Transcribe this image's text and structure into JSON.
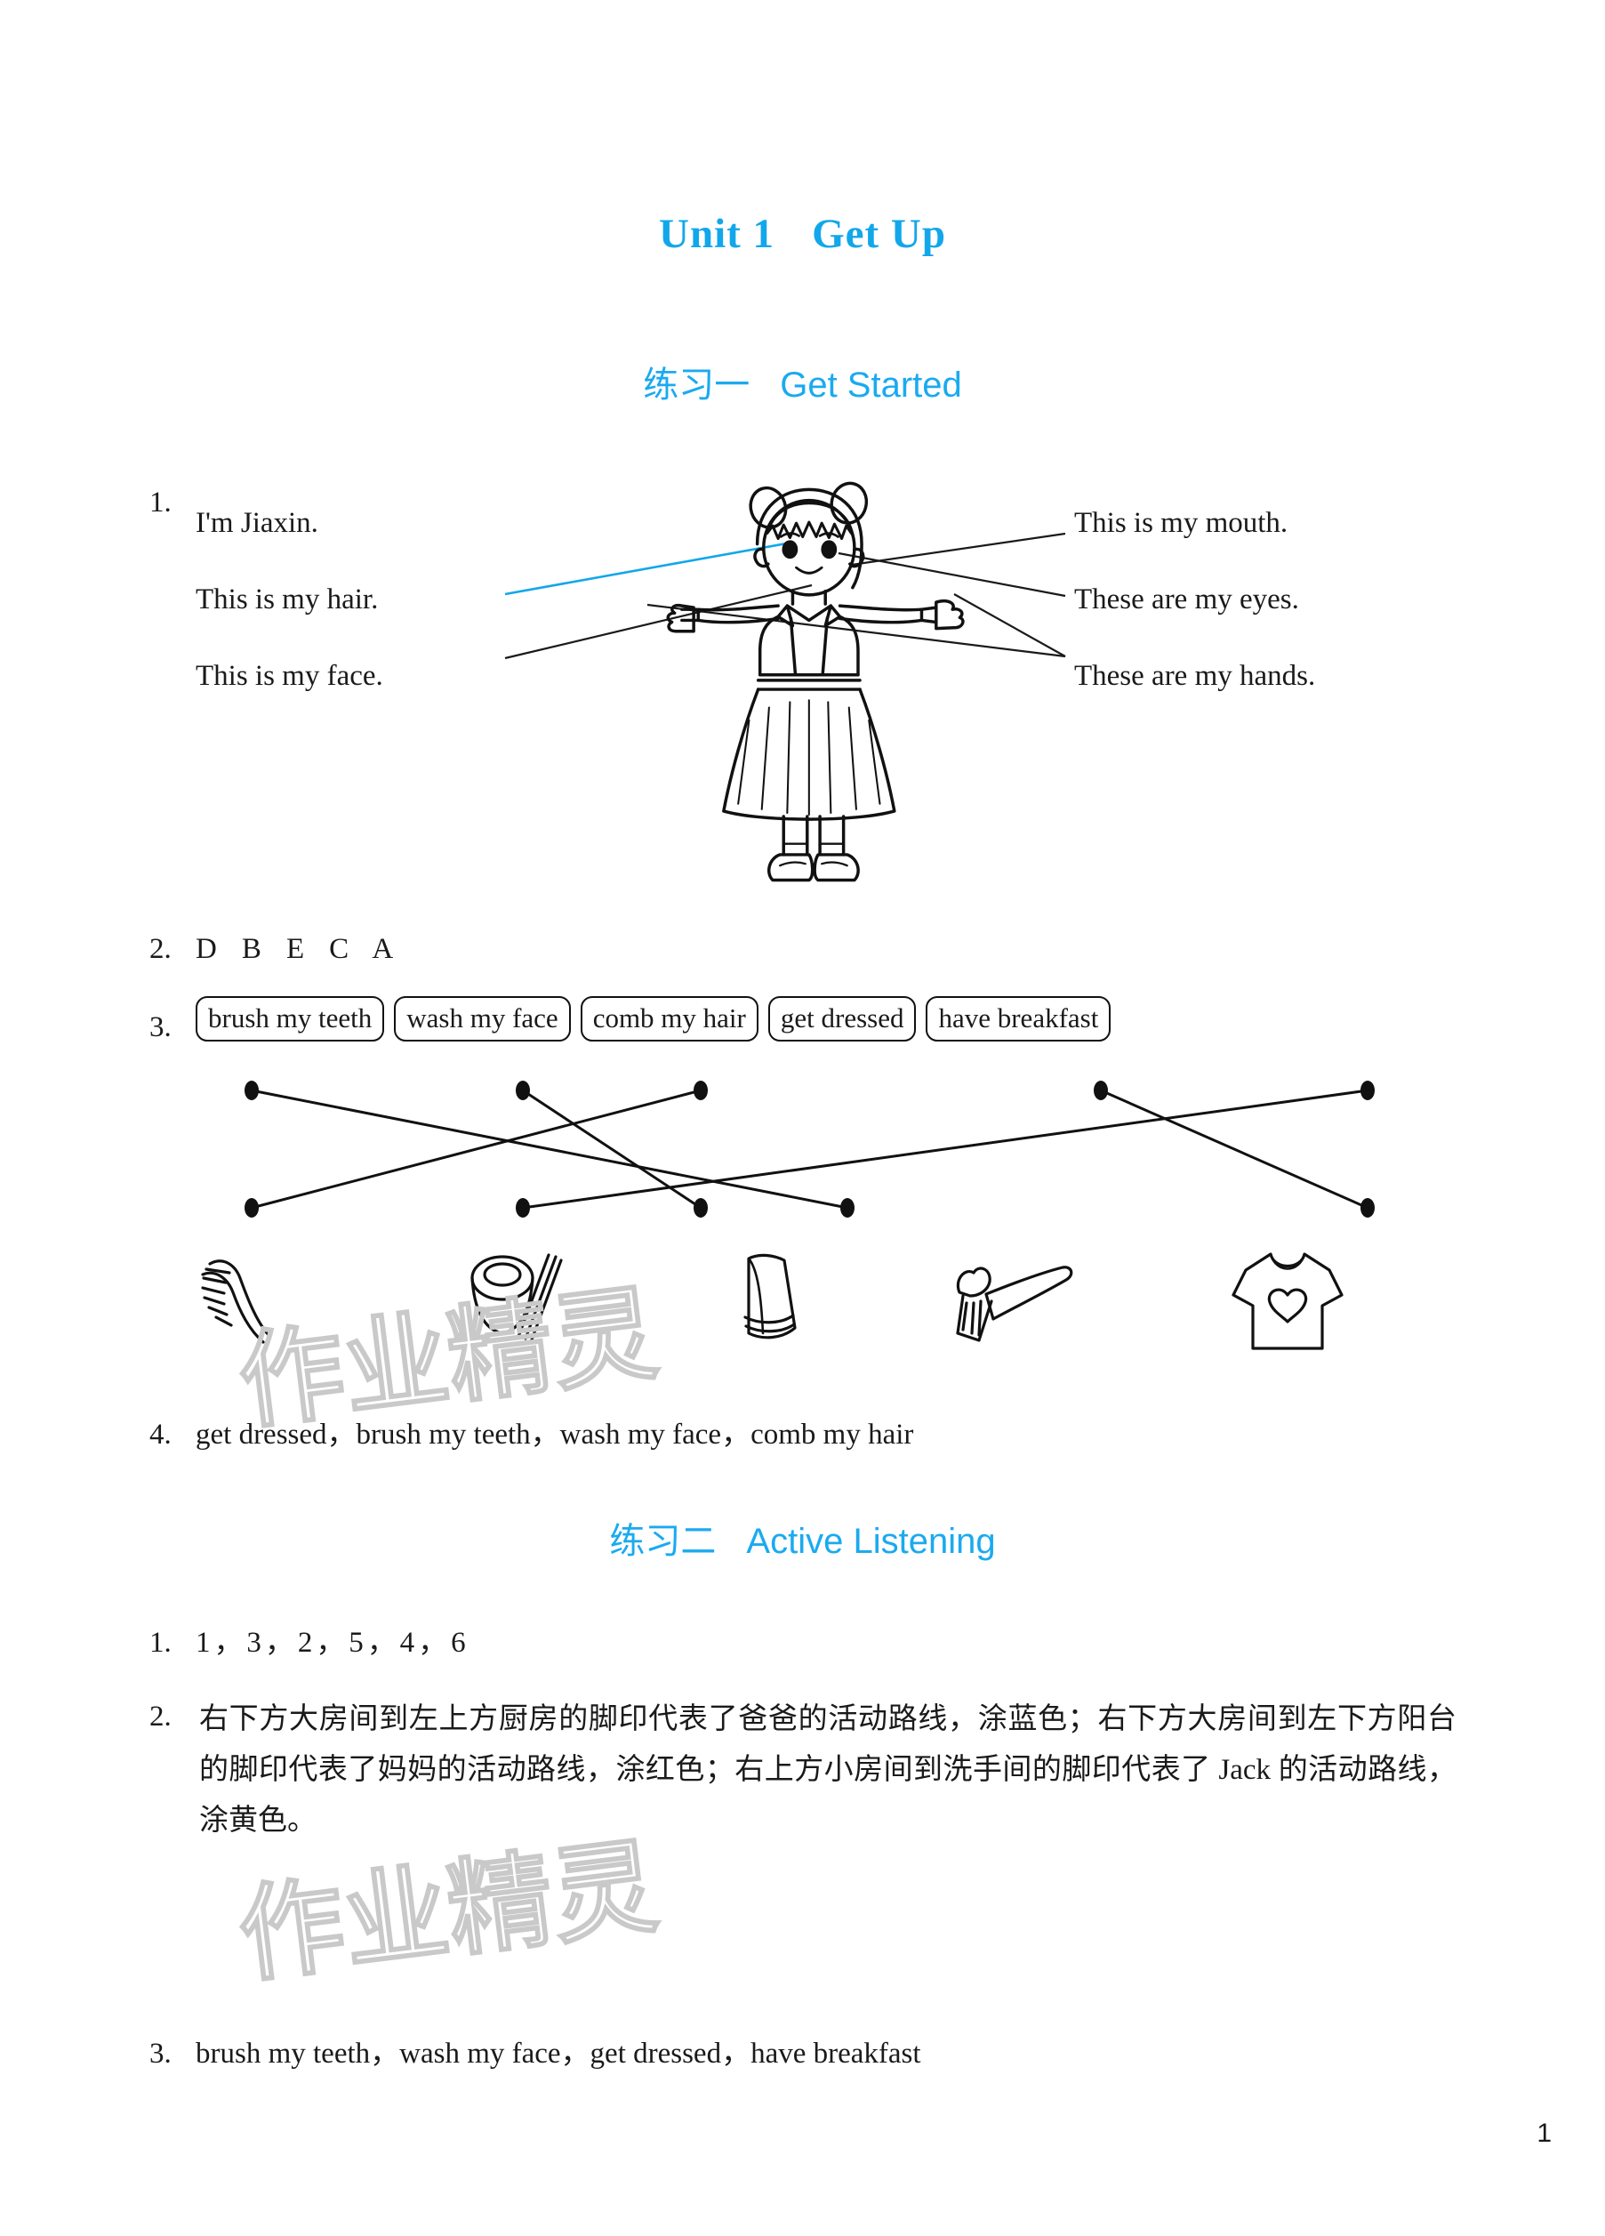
{
  "title": {
    "unit": "Unit 1",
    "name": "Get Up"
  },
  "sections": [
    {
      "cn": "练习一",
      "en": "Get Started"
    },
    {
      "cn": "练习二",
      "en": "Active Listening"
    }
  ],
  "exercise1": {
    "number": "1.",
    "left_labels": [
      "I'm Jiaxin.",
      "This is my hair.",
      "This is my face."
    ],
    "right_labels": [
      "This is my mouth.",
      "These are my eyes.",
      "These are my hands."
    ],
    "figure": "girl-line-art",
    "highlight_color": "#12a7ea",
    "line_color": "#1a1a1a"
  },
  "exercise2": {
    "number": "2.",
    "answer": "D B E C A"
  },
  "exercise3": {
    "number": "3.",
    "word_boxes": [
      "brush my teeth",
      "wash my face",
      "comb my hair",
      "get dressed",
      "have breakfast"
    ],
    "icons": [
      "comb-icon",
      "bowl-chopsticks-icon",
      "towel-icon",
      "toothbrush-icon",
      "tshirt-icon"
    ],
    "matches": [
      {
        "from": 0,
        "to": 3
      },
      {
        "from": 1,
        "to": 2
      },
      {
        "from": 2,
        "to": 0
      },
      {
        "from": 3,
        "to": 4
      },
      {
        "from": 4,
        "to": 1
      }
    ]
  },
  "exercise4": {
    "number": "4.",
    "answer": "get dressed，brush my teeth，wash my face，comb my hair"
  },
  "section2_item1": {
    "number": "1.",
    "answer": "1，3，2，5，4，6"
  },
  "section2_item2": {
    "number": "2.",
    "answer": "右下方大房间到左上方厨房的脚印代表了爸爸的活动路线，涂蓝色；右下方大房间到左下方阳台的脚印代表了妈妈的活动路线，涂红色；右上方小房间到洗手间的脚印代表了 Jack 的活动路线，涂黄色。"
  },
  "section2_item3": {
    "number": "3.",
    "answer": "brush my teeth，wash my face，get dressed，have breakfast"
  },
  "page_number": "1",
  "watermark": "作业精灵"
}
